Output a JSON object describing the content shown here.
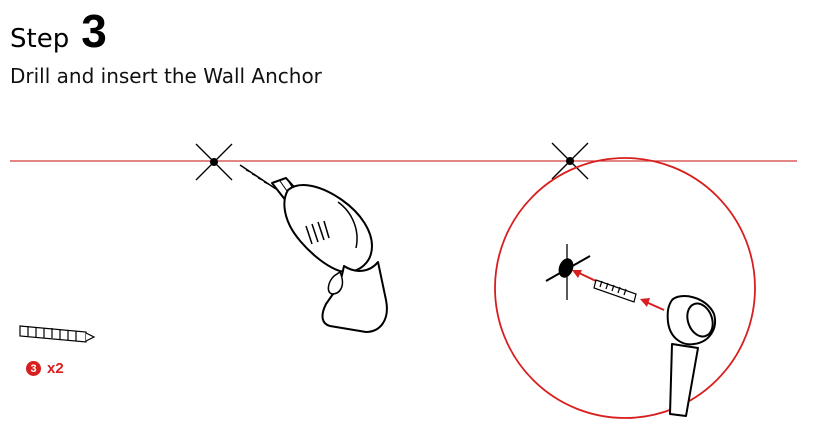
{
  "header": {
    "step_label": "Step",
    "step_number": "3",
    "instruction": "Drill and insert the Wall Anchor"
  },
  "part": {
    "badge": "3",
    "quantity": "x2"
  },
  "icons": [
    "wall-anchor-icon",
    "drill-icon",
    "hammer-icon",
    "drill-mark-icon"
  ],
  "colors": {
    "guide_line": "#d43c3c",
    "callout_circle": "#d81e1e",
    "arrow": "#d81e1e",
    "badge": "#d81e1e",
    "ink": "#000000"
  }
}
